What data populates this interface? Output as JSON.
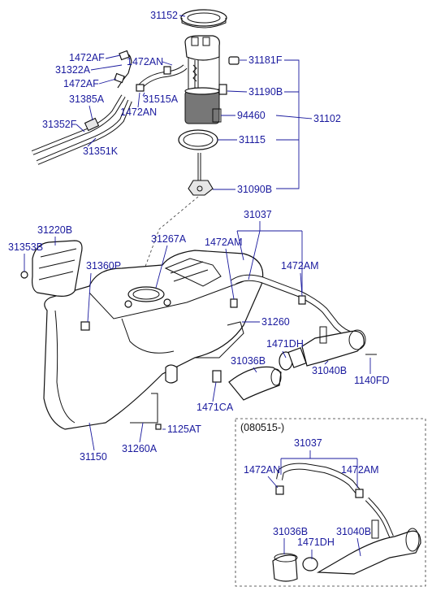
{
  "labels": {
    "p31152": "31152",
    "p1472AF_1": "1472AF",
    "p31322A": "31322A",
    "p1472AN_1": "1472AN",
    "p31181F": "31181F",
    "p1472AF_2": "1472AF",
    "p31190B": "31190B",
    "p31385A": "31385A",
    "p31515A": "31515A",
    "p1472AN_2": "1472AN",
    "p94460": "94460",
    "p31102": "31102",
    "p31352F": "31352F",
    "p31351K": "31351K",
    "p31115": "31115",
    "p31090B": "31090B",
    "p31037_1": "31037",
    "p31220B": "31220B",
    "p31353B": "31353B",
    "p31267A": "31267A",
    "p1472AM_1": "1472AM",
    "p1472AM_2": "1472AM",
    "p31360P": "31360P",
    "p31260": "31260",
    "p1471DH_1": "1471DH",
    "p31036B_1": "31036B",
    "p31040B_1": "31040B",
    "p1140FD": "1140FD",
    "p1471CA": "1471CA",
    "p1125AT": "1125AT",
    "p31150": "31150",
    "p31260A": "31260A"
  },
  "inset": {
    "title": "(080515-)",
    "p31037": "31037",
    "p1472AN": "1472AN",
    "p1472AM": "1472AM",
    "p31036B": "31036B",
    "p1471DH": "1471DH",
    "p31040B": "31040B"
  }
}
